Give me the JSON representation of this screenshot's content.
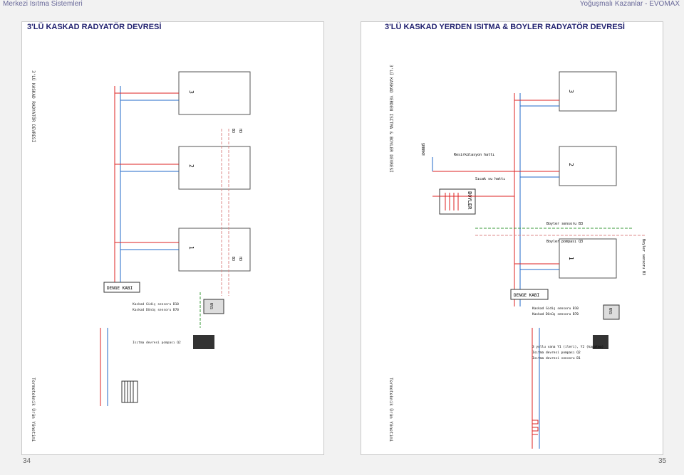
{
  "header": {
    "left_title": "Merkezi Isıtma Sistemleri",
    "right_title": "Yoğuşmalı Kazanlar - EVOMAX"
  },
  "left_page": {
    "title": "3'LÜ KASKAD RADYATÖR DEVRESİ",
    "side_title": "3'LÜ KASKAD RADYATÖR DEVRESİ",
    "footer_text": "Termoteknik Ürün Yönetimi",
    "page_number": "34",
    "boiler_labels": [
      "1",
      "2",
      "3"
    ],
    "balance_tank": "DENGE KABI",
    "controller": "RVS",
    "sensor_lines": [
      "Kaskad Gidiş sensoru B10",
      "Kaskad Dönüş sensoru B70"
    ],
    "pump_label": "Isıtma devresi pompası Q2",
    "bus_labels": [
      "B3",
      "H3",
      "B3",
      "H3"
    ]
  },
  "right_page": {
    "title": "3'LÜ KASKAD YERDEN ISITMA & BOYLER RADYATÖR DEVRESİ",
    "side_title": "3'LÜ KASKAD YERDEN ISITMA & BOYLER DEVRESİ",
    "footer_text": "Termoteknik Ürün Yönetimi",
    "page_number": "35",
    "boiler_labels": [
      "1",
      "2",
      "3"
    ],
    "balance_tank": "DENGE KABI",
    "boiler_tank": "BOYLER",
    "controller": "RVS",
    "recirculation": "Resirkülasyon hattı",
    "hot_water": "Sıcak su hattı",
    "tap_label": "ŞEBEKE",
    "boiler_sensor": "Boyler sensoru B3",
    "boiler_pump": "Boyler pompası Q3",
    "boiler_sensor_side": "Boyler sensoru B3",
    "sensor_lines": [
      "Kaskad Gidiş sensoru B10",
      "Kaskad Dönüş sensoru B70"
    ],
    "valve_label": "3 yollu vana Y1 (ileri), Y2 (kapatma)",
    "pump_q2": "Isıtma devresi pompası Q2",
    "pump_b1": "Isıtma devresi sensoru B1"
  }
}
